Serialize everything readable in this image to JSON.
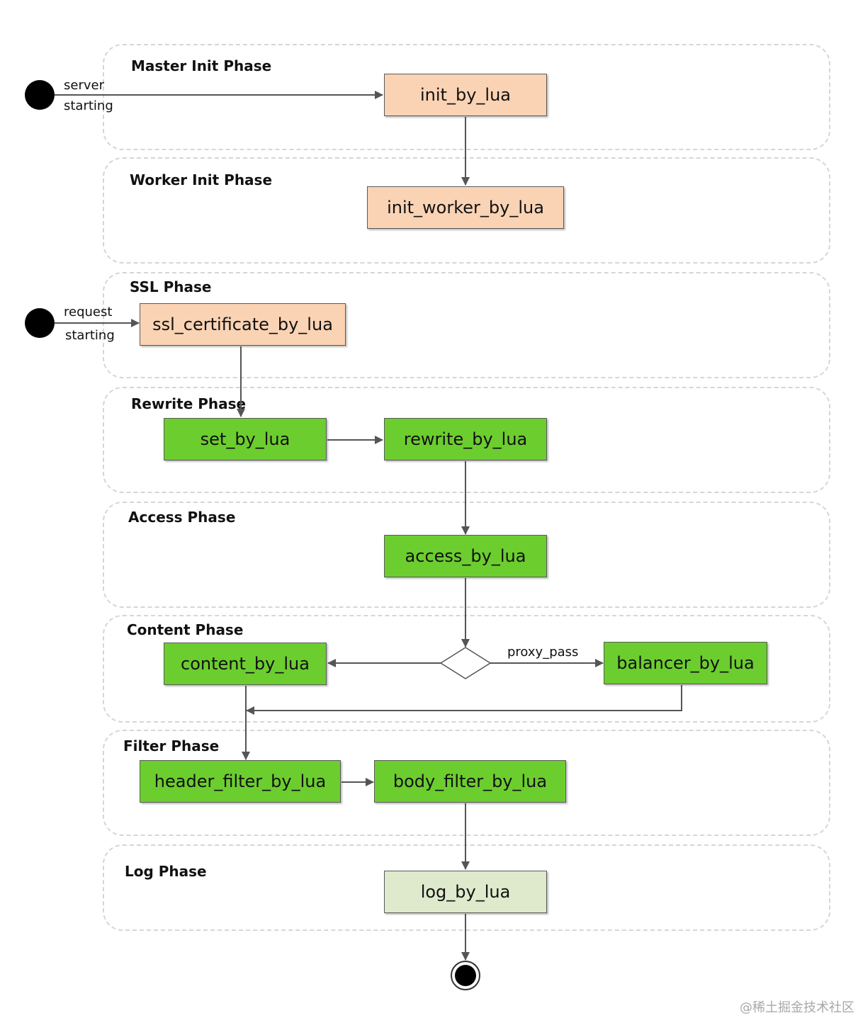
{
  "phases": {
    "master_init": "Master Init Phase",
    "worker_init": "Worker Init Phase",
    "ssl": "SSL Phase",
    "rewrite": "Rewrite Phase",
    "access": "Access Phase",
    "content": "Content Phase",
    "filter": "Filter Phase",
    "log": "Log Phase"
  },
  "nodes": {
    "init_by_lua": "init_by_lua",
    "init_worker_by_lua": "init_worker_by_lua",
    "ssl_certificate_by_lua": "ssl_certificate_by_lua",
    "set_by_lua": "set_by_lua",
    "rewrite_by_lua": "rewrite_by_lua",
    "access_by_lua": "access_by_lua",
    "content_by_lua": "content_by_lua",
    "balancer_by_lua": "balancer_by_lua",
    "header_filter_by_lua": "header_filter_by_lua",
    "body_filter_by_lua": "body_filter_by_lua",
    "log_by_lua": "log_by_lua"
  },
  "edge_labels": {
    "server": "server",
    "server_starting": "starting",
    "request": "request",
    "request_starting": "starting",
    "proxy_pass": "proxy_pass"
  },
  "colors": {
    "init_fill": "#fad3b4",
    "green_fill": "#6ccd2f",
    "log_fill": "#dfe9cc",
    "phase_border": "#d6d6d6",
    "arrow": "#555555"
  },
  "watermark": "@稀土掘金技术社区"
}
